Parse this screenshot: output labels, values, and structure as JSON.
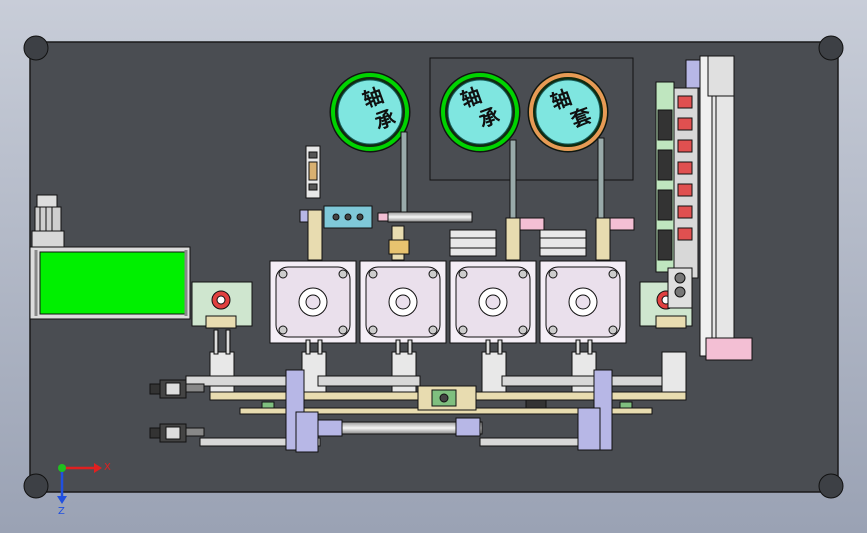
{
  "bowls": [
    {
      "chars": [
        "轴",
        "承"
      ],
      "style": "green"
    },
    {
      "chars": [
        "轴",
        "承"
      ],
      "style": "green"
    },
    {
      "chars": [
        "轴",
        "套"
      ],
      "style": "orange"
    }
  ],
  "axes": {
    "x": "X",
    "z": "Z"
  },
  "colors": {
    "plate": "#4a4d52",
    "hopper": "#00f000",
    "bowl_inner": "#7fe6e0",
    "bowl_ring_green": "#00d400",
    "bowl_ring_orange": "#e79a55",
    "lavender": "#b7b7e6",
    "pink": "#f3bfd4",
    "tan": "#e8dcb0",
    "die_block": "#eae0ec"
  }
}
